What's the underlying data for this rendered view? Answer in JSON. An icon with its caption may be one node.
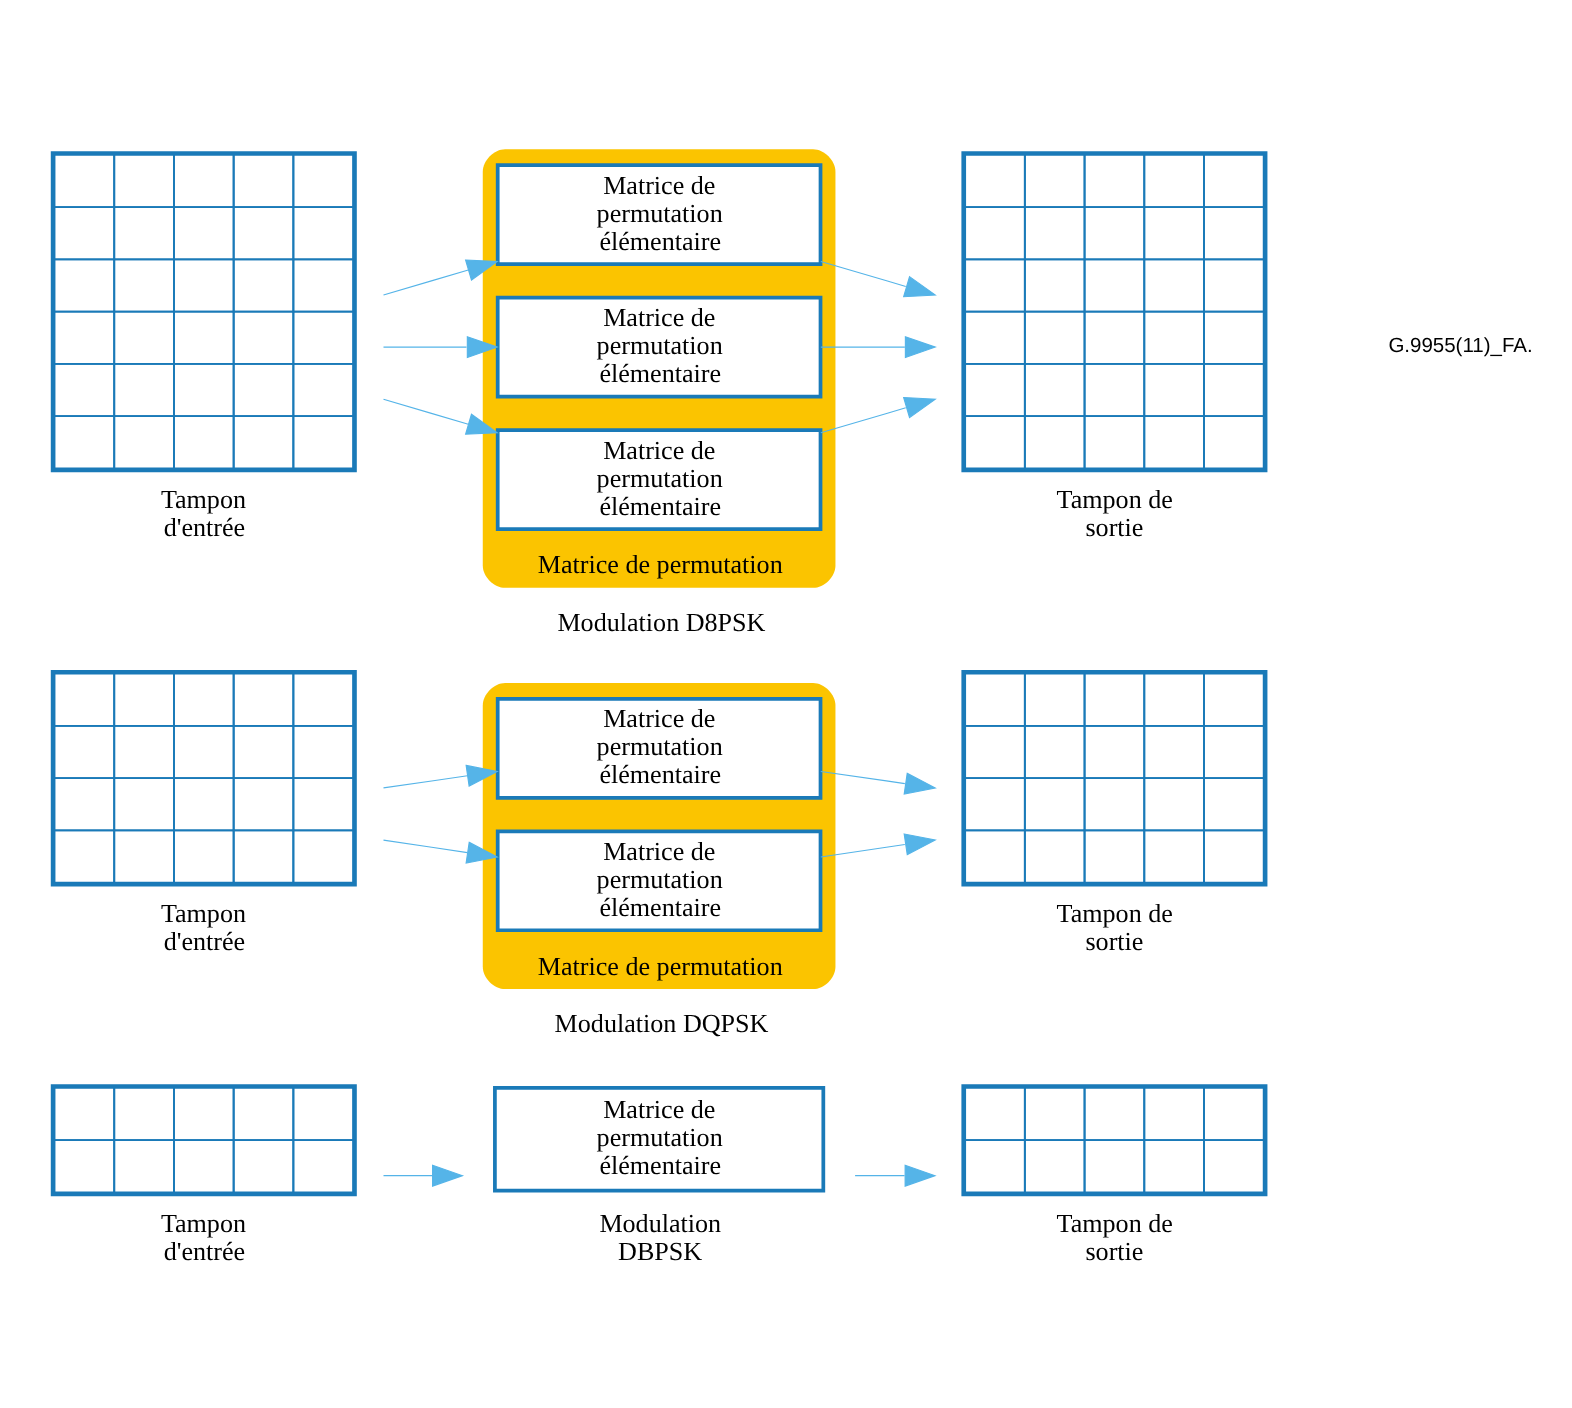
{
  "diagram": {
    "nodes": [
      {
        "text": [],
        "shape": "grid",
        "beside": [
          "Tampon d'entrée"
        ]
      },
      {
        "text": [
          "Matrice de permutation élémentaire"
        ],
        "beside": [
          "Modulation DBPSK"
        ]
      },
      {
        "text": [],
        "shape": "grid",
        "beside": [
          "Tampon de sortie"
        ]
      },
      {
        "text": [],
        "shape": "grid",
        "beside": [
          "Tampon d'entrée"
        ]
      },
      {
        "text": [
          "Matrice de permutation"
        ],
        "beside": [
          "Modulation DQPSK"
        ]
      },
      {
        "text": [
          "Matrice de permutation élémentaire"
        ],
        "in": 4
      },
      {
        "text": [
          "Matrice de permutation élémentaire"
        ],
        "in": 4
      },
      {
        "text": [],
        "shape": "grid",
        "beside": [
          "Tampon de sortie"
        ]
      },
      {
        "text": [],
        "shape": "grid",
        "beside": [
          "Tampon d'entrée"
        ]
      },
      {
        "text": [
          "Matrice de permutation"
        ],
        "beside": [
          "Modulation D8PSK"
        ]
      },
      {
        "text": [
          "Matrice de permutation élémentaire"
        ],
        "in": 9
      },
      {
        "text": [
          "Matrice de permutation élémentaire"
        ],
        "in": 9
      },
      {
        "text": [
          "Matrice de permutation élémentaire"
        ],
        "in": 9
      },
      {
        "text": [],
        "shape": "grid",
        "beside": [
          "Tampon de sortie"
        ]
      }
    ],
    "edges": [
      {
        "from": 0,
        "to": 1,
        "arrow": "to"
      },
      {
        "from": 1,
        "to": 2,
        "arrow": "to"
      },
      {
        "from": 3,
        "to": 5,
        "arrow": "to"
      },
      {
        "from": 3,
        "to": 6,
        "arrow": "to"
      },
      {
        "from": 5,
        "to": 7,
        "arrow": "to"
      },
      {
        "from": 6,
        "to": 7,
        "arrow": "to"
      },
      {
        "from": 8,
        "to": 10,
        "arrow": "to"
      },
      {
        "from": 8,
        "to": 11,
        "arrow": "to"
      },
      {
        "from": 8,
        "to": 12,
        "arrow": "to"
      },
      {
        "from": 10,
        "to": 13,
        "arrow": "to"
      },
      {
        "from": 11,
        "to": 13,
        "arrow": "to"
      },
      {
        "from": 12,
        "to": 13,
        "arrow": "to"
      }
    ],
    "labels": [
      "G.9955(11)_FA."
    ]
  }
}
